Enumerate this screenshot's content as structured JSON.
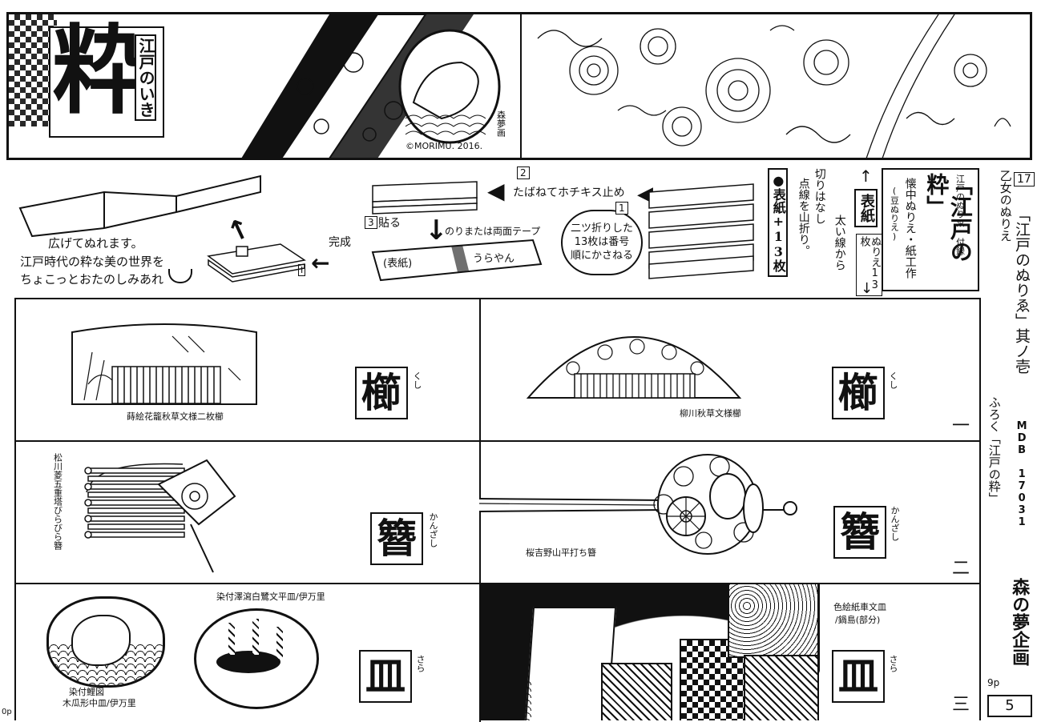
{
  "banner": {
    "title_big": "粋",
    "title_small": "江戸のいき",
    "copyright": "©MORIMU. 2016.",
    "seal": "森夢画"
  },
  "instructions": {
    "step1_num": "1",
    "step1_text": "二ツ折りした13枚は番号順にかさねる",
    "step2_num": "2",
    "step2_text": "たばねてホチキス止め",
    "step3_num": "3",
    "step3_text": "貼る",
    "glue_text": "のりまたは両面テープ",
    "cover_label": "(表紙)",
    "back_label": "うらやん",
    "done_text": "完成",
    "done_page": "Ⅰ",
    "open_text": "広げてぬれます。",
    "enjoy_line1": "江戸時代の粋な美の世界を",
    "enjoy_line2": "ちょこっとおたのしみあれ"
  },
  "booklet": {
    "cover_count": "●表紙+13枚",
    "cut_text": "切りはなし",
    "fold_text": "点線を山折り。",
    "thick_line": "太い線から",
    "cover_tag": "表紙",
    "coloring_count": "ぬりえ13枚",
    "supplement_small": "江戸のぬりゑ 付録",
    "supplement_title": "「江戸の粋」",
    "supplement_sub": "懐中ぬりえ・紙工作",
    "supplement_sub2": "(豆ぬりえ)"
  },
  "side": {
    "page_box": "17",
    "series": "乙女のぬりえ",
    "title_main": "「江戸のぬりゑ」其ノ壱",
    "code": "MDB 17031",
    "appendix": "ふろく「江戸の粋」",
    "publisher": "森の夢企画",
    "page_note": "9p",
    "page_num": "5",
    "corner": "0p"
  },
  "rows": [
    {
      "number": "一",
      "left_caption": "蒔絵花籠秋草文様二枚櫛",
      "left_kanji": "櫛",
      "left_ruby": "くし",
      "right_caption": "柳川秋草文様櫛",
      "right_kanji": "櫛",
      "right_ruby": "くし"
    },
    {
      "number": "二",
      "left_caption": "松川菱五重塔びらびら簪",
      "left_kanji": "簪",
      "left_ruby": "かんざし",
      "right_caption": "桜吉野山平打ち簪",
      "right_kanji": "簪",
      "right_ruby": "かんざし"
    },
    {
      "number": "三",
      "left_caption_top": "染付澤瀉白鷺文平皿/伊万里",
      "left_caption_bottom_1": "染付鯉図",
      "left_caption_bottom_2": "木瓜形中皿/伊万里",
      "left_kanji": "皿",
      "left_ruby": "さら",
      "right_caption_1": "色絵紙車文皿",
      "right_caption_2": "/鍋島(部分)",
      "right_kanji": "皿",
      "right_ruby": "さら"
    }
  ]
}
